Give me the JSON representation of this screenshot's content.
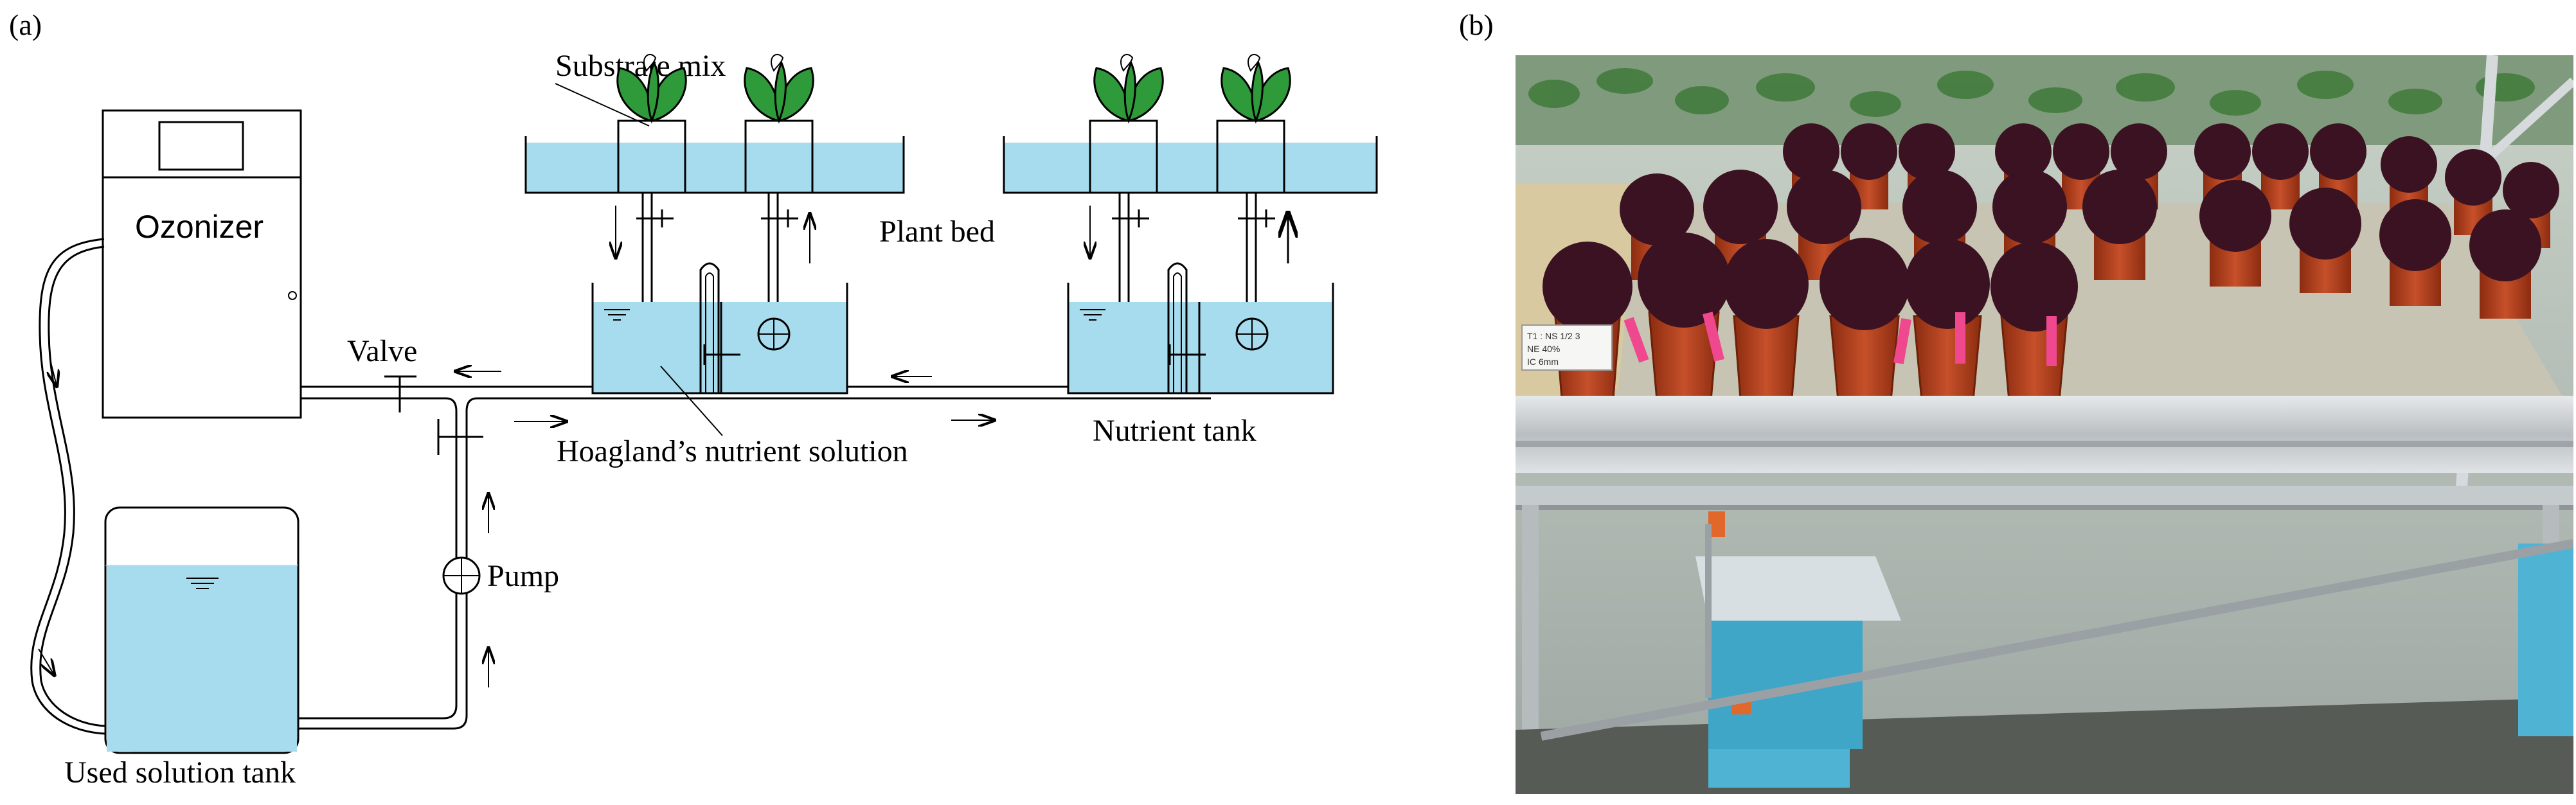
{
  "panel_a": {
    "label": "(a)",
    "labels": {
      "substrate": "Substrate mix",
      "ozonizer": "Ozonizer",
      "plant_bed": "Plant bed",
      "valve": "Valve",
      "hoagland": "Hoagland’s nutrient solution",
      "nutrient_tank": "Nutrient tank",
      "pump": "Pump",
      "used_tank": "Used solution tank"
    }
  },
  "panel_b": {
    "label": "(b)",
    "tag_text": "T1 : NS 1/2 3\nNE 40%\nIC 6mm"
  },
  "colors": {
    "water": "#a6dcee",
    "leaf": "#2e9a3a",
    "pot": "#b8431c",
    "bin": "#4fb4d4",
    "tag": "#f0488f"
  }
}
